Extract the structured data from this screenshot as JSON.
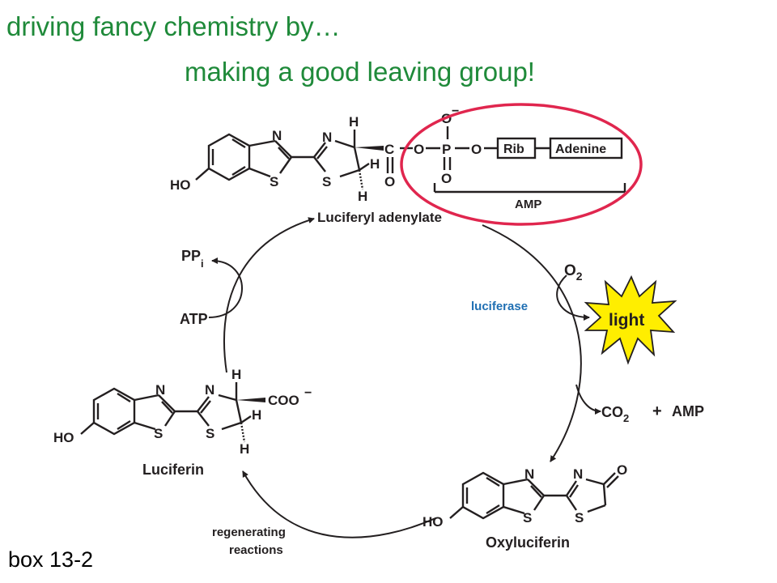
{
  "title": {
    "line1": "driving fancy chemistry by…",
    "line2": "making a good leaving group!"
  },
  "caption": "box 13-2",
  "colors": {
    "title": "#1f8a3a",
    "highlight_ring": "#e0264e",
    "enzyme": "#1f6fb3",
    "light_burst": "#ffee00"
  },
  "luciferyl_adenylate": {
    "name": "Luciferyl adenylate",
    "atoms": {
      "ho": "HO",
      "n1": "N",
      "s1": "S",
      "n2": "N",
      "s2": "S",
      "h_top": "H",
      "h_mid": "H",
      "h_bot": "H",
      "c": "C",
      "o_carbonyl": "O",
      "o_ester": "O",
      "p": "P",
      "o_minus": "O",
      "minus": "−",
      "o_double": "O",
      "o_ribose": "O"
    },
    "rib_box": "Rib",
    "adenine_box": "Adenine",
    "amp_bracket": "AMP"
  },
  "cycle": {
    "enzyme": "luciferase",
    "ppi_main": "PP",
    "ppi_sub": "i",
    "atp": "ATP",
    "o2_main": "O",
    "o2_sub": "2",
    "light": "light",
    "co2_main": "CO",
    "co2_sub": "2",
    "plus": "+",
    "amp": "AMP",
    "regenerating_line1": "regenerating",
    "regenerating_line2": "reactions"
  },
  "luciferin": {
    "name": "Luciferin",
    "atoms": {
      "ho": "HO",
      "n1": "N",
      "s1": "S",
      "n2": "N",
      "s2": "S",
      "h_top": "H",
      "h_mid": "H",
      "h_bot": "H",
      "coo": "COO",
      "minus": "−"
    }
  },
  "oxyluciferin": {
    "name": "Oxyluciferin",
    "atoms": {
      "ho": "HO",
      "n1": "N",
      "s1": "S",
      "n2": "N",
      "s2": "S",
      "o": "O"
    }
  }
}
